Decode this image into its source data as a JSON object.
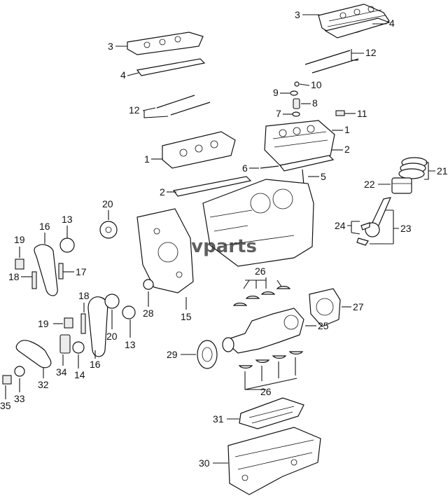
{
  "watermark": {
    "text": "zvparts"
  },
  "callouts": {
    "c1a": "1",
    "c1b": "1",
    "c2a": "2",
    "c2b": "2",
    "c3a": "3",
    "c3b": "3",
    "c4a": "4",
    "c4b": "4",
    "c5": "5",
    "c6": "6",
    "c7": "7",
    "c8": "8",
    "c9": "9",
    "c10": "10",
    "c11": "11",
    "c12a": "12",
    "c12b": "12",
    "c13a": "13",
    "c13b": "13",
    "c14": "14",
    "c15": "15",
    "c16a": "16",
    "c16b": "16",
    "c17": "17",
    "c18a": "18",
    "c18b": "18",
    "c19a": "19",
    "c19b": "19",
    "c20a": "20",
    "c20b": "20",
    "c21": "21",
    "c22": "22",
    "c23": "23",
    "c24": "24",
    "c25": "25",
    "c26a": "26",
    "c26b": "26",
    "c27": "27",
    "c28": "28",
    "c29": "29",
    "c30": "30",
    "c31": "31",
    "c32": "32",
    "c33": "33",
    "c34": "34",
    "c35": "35"
  }
}
